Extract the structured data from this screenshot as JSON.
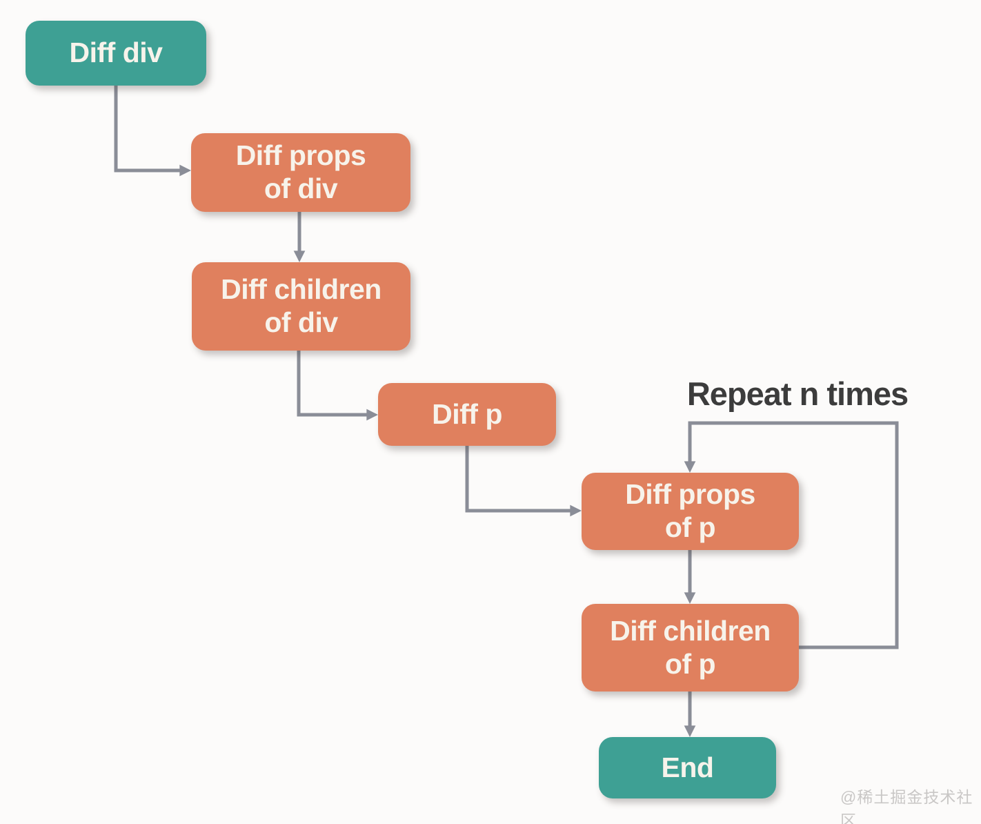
{
  "colors": {
    "canvas-bg": "#FCFBFA",
    "node-teal": "#3EA094",
    "node-salmon": "#E0805E",
    "node-text": "#F7F3EB",
    "edge": "#8A8D97",
    "annotation-text": "#3C3C3C",
    "watermark-text": "#C9C7C6"
  },
  "diagram": {
    "annotation": "Repeat n times",
    "watermark": "@稀土掘金技术社区",
    "nodes": [
      {
        "id": "diff-div",
        "label": "Diff div",
        "kind": "terminal"
      },
      {
        "id": "diff-props-of-div",
        "label": "Diff props\nof div",
        "kind": "process"
      },
      {
        "id": "diff-children-of-div",
        "label": "Diff children\nof div",
        "kind": "process"
      },
      {
        "id": "diff-p",
        "label": "Diff p",
        "kind": "process"
      },
      {
        "id": "diff-props-of-p",
        "label": "Diff props\nof p",
        "kind": "process"
      },
      {
        "id": "diff-children-of-p",
        "label": "Diff children\nof p",
        "kind": "process"
      },
      {
        "id": "end",
        "label": "End",
        "kind": "terminal"
      }
    ],
    "edges": [
      {
        "from": "diff-div",
        "to": "diff-props-of-div"
      },
      {
        "from": "diff-props-of-div",
        "to": "diff-children-of-div"
      },
      {
        "from": "diff-children-of-div",
        "to": "diff-p"
      },
      {
        "from": "diff-p",
        "to": "diff-props-of-p"
      },
      {
        "from": "diff-props-of-p",
        "to": "diff-children-of-p"
      },
      {
        "from": "diff-children-of-p",
        "to": "end"
      },
      {
        "from": "diff-children-of-p",
        "to": "diff-props-of-p",
        "label": "Repeat n times"
      }
    ]
  }
}
